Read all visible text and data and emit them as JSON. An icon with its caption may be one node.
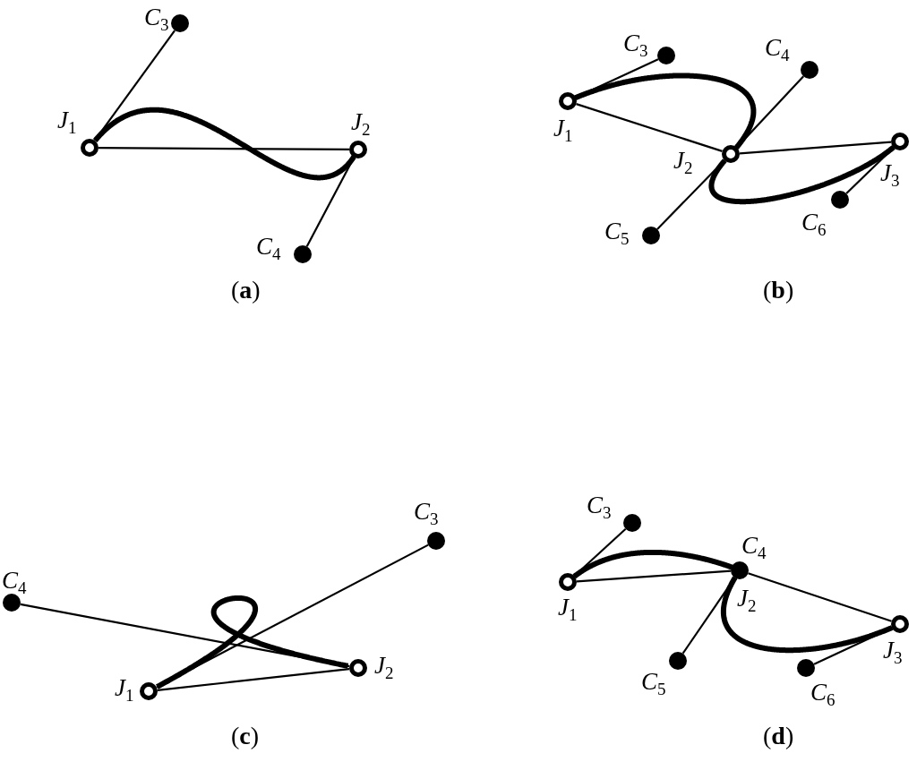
{
  "diagram": {
    "nodes": [
      {
        "text": [
          "*C*$_{3}$"
        ]
      },
      {
        "text": [
          "*J*$_{1}$"
        ]
      },
      {
        "text": [
          "*J*$_{2}$"
        ]
      },
      {
        "text": [
          "*C*$_{4}$"
        ]
      },
      {
        "text": [
          "*C*$_{3}$"
        ]
      },
      {
        "text": [
          "*C*$_{4}$"
        ]
      },
      {
        "text": [
          "*J*$_{1}$"
        ]
      },
      {
        "text": [
          "*J*$_{3}$"
        ]
      },
      {
        "text": [
          "*J*$_{2}$"
        ]
      },
      {
        "text": [
          "*C*$_{6}$"
        ]
      },
      {
        "text": [
          "*C*$_{5}$"
        ]
      },
      {
        "text": [
          "*C*$_{3}$"
        ]
      },
      {
        "text": [
          "*C*$_{4}$"
        ]
      },
      {
        "text": [
          "*J*$_{2}$"
        ]
      },
      {
        "text": [
          "*J*$_{1}$"
        ]
      },
      {
        "text": [
          "*C*$_{3}$"
        ]
      },
      {
        "text": [
          "*C*$_{4}$",
          "*J*$_{2}$"
        ]
      },
      {
        "text": [
          "*J*$_{1}$"
        ]
      },
      {
        "text": [
          "*J*$_{3}$"
        ]
      },
      {
        "text": [
          "*C*$_{5}$"
        ]
      },
      {
        "text": [
          "*C*$_{6}$"
        ]
      }
    ],
    "edges": [
      {
        "from": 1,
        "to": 0,
        "arrow": "none"
      },
      {
        "from": 1,
        "to": 2,
        "arrow": "none"
      },
      {
        "from": 2,
        "to": 3,
        "arrow": "none"
      },
      {
        "from": 1,
        "to": 2,
        "arrow": "none",
        "style": "thick"
      },
      {
        "from": 6,
        "to": 4,
        "arrow": "none"
      },
      {
        "from": 6,
        "to": 8,
        "arrow": "none"
      },
      {
        "from": 8,
        "to": 5,
        "arrow": "none"
      },
      {
        "from": 8,
        "to": 10,
        "arrow": "none"
      },
      {
        "from": 8,
        "to": 7,
        "arrow": "none"
      },
      {
        "from": 7,
        "to": 9,
        "arrow": "none"
      },
      {
        "from": 6,
        "to": 8,
        "arrow": "none",
        "style": "thick"
      },
      {
        "from": 8,
        "to": 7,
        "arrow": "none",
        "style": "thick"
      },
      {
        "from": 14,
        "to": 11,
        "arrow": "none"
      },
      {
        "from": 12,
        "to": 13,
        "arrow": "none"
      },
      {
        "from": 14,
        "to": 13,
        "arrow": "none"
      },
      {
        "from": 14,
        "to": 13,
        "arrow": "none",
        "style": "thick"
      },
      {
        "from": 17,
        "to": 15,
        "arrow": "none"
      },
      {
        "from": 17,
        "to": 16,
        "arrow": "none"
      },
      {
        "from": 16,
        "to": 19,
        "arrow": "none"
      },
      {
        "from": 16,
        "to": 18,
        "arrow": "none"
      },
      {
        "from": 18,
        "to": 20,
        "arrow": "none"
      },
      {
        "from": 17,
        "to": 16,
        "arrow": "none",
        "style": "thick"
      },
      {
        "from": 16,
        "to": 18,
        "arrow": "none",
        "style": "thick"
      }
    ],
    "labels": [
      "(**a**)",
      "(**b**)",
      "(**c**)",
      "(**d**)"
    ]
  }
}
